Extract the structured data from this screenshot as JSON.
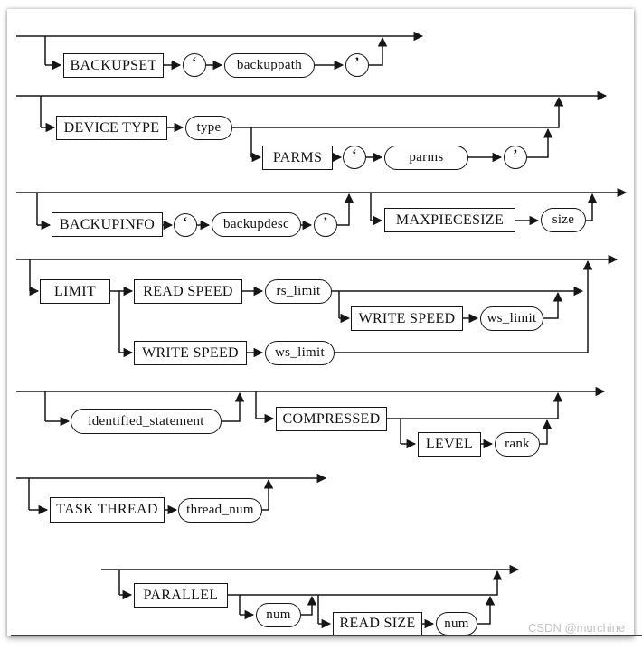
{
  "watermark": "CSDN @murchine",
  "colors": {
    "line": "#161616",
    "page_bg": "#ffffff",
    "watermark_gray": "#c3c3c7",
    "bottom_border": "#3d3d3d"
  },
  "diagram": {
    "type": "railroad-syntax-diagram",
    "rows": [
      {
        "name": "backupset-clause",
        "keyword": "BACKUPSET",
        "open_quote": "‘",
        "operand": "backuppath",
        "close_quote": "’"
      },
      {
        "name": "device-type-clause",
        "keyword": "DEVICE TYPE",
        "operand": "type",
        "parms": {
          "keyword": "PARMS",
          "open_quote": "‘",
          "operand": "parms",
          "close_quote": "’"
        }
      },
      {
        "name": "backupinfo-clause",
        "keyword": "BACKUPINFO",
        "open_quote": "‘",
        "operand": "backupdesc",
        "close_quote": "’",
        "maxpiecesize": {
          "keyword": "MAXPIECESIZE",
          "operand": "size"
        }
      },
      {
        "name": "limit-clause",
        "keyword": "LIMIT",
        "read": {
          "keyword": "READ SPEED",
          "operand": "rs_limit"
        },
        "nested_write": {
          "keyword": "WRITE SPEED",
          "operand": "ws_limit"
        },
        "write": {
          "keyword": "WRITE SPEED",
          "operand": "ws_limit"
        }
      },
      {
        "name": "identified-compressed-clause",
        "operand": "identified_statement",
        "compressed": {
          "keyword": "COMPRESSED",
          "level": {
            "keyword": "LEVEL",
            "operand": "rank"
          }
        }
      },
      {
        "name": "task-thread-clause",
        "keyword": "TASK THREAD",
        "operand": "thread_num"
      },
      {
        "name": "parallel-clause",
        "keyword": "PARALLEL",
        "operand": "num",
        "read_size": {
          "keyword": "READ SIZE",
          "operand": "num"
        }
      }
    ]
  }
}
